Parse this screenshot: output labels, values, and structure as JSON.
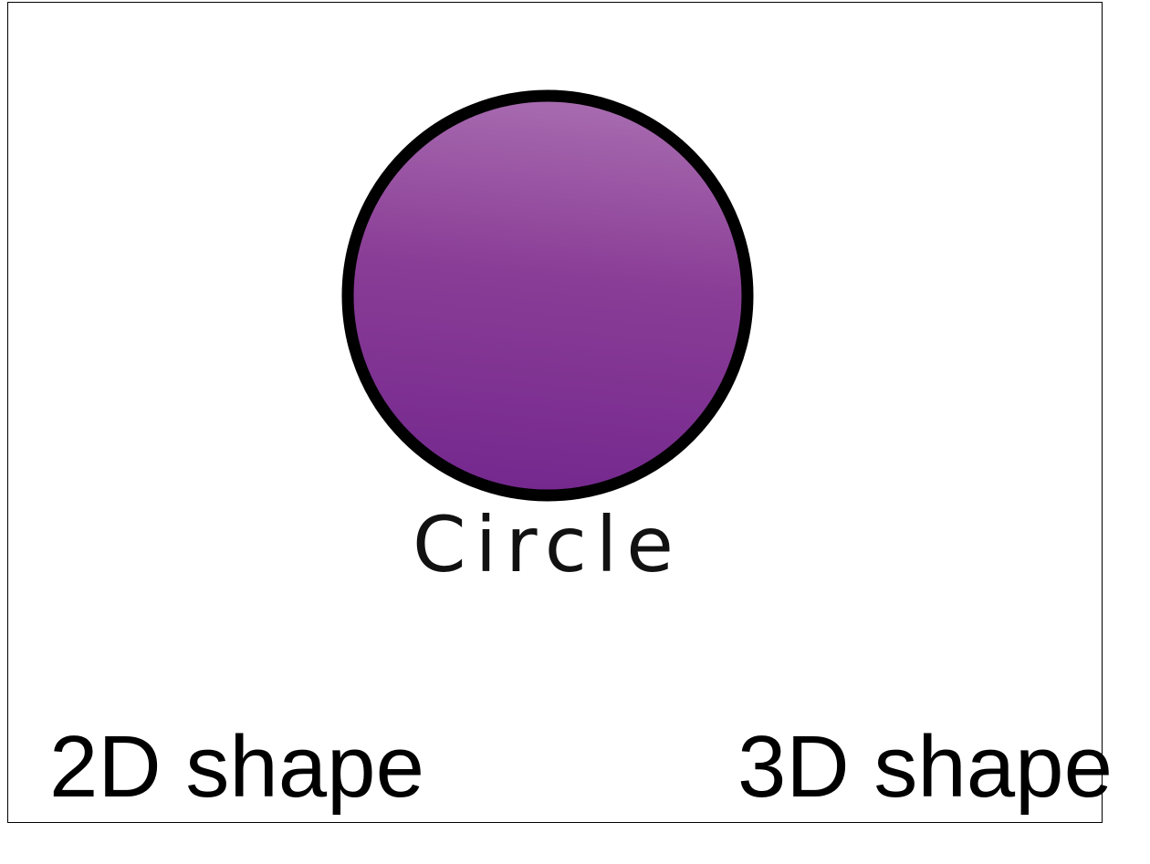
{
  "shape": {
    "name": "Circle",
    "fill_top": "#a86cb0",
    "fill_bottom": "#74288e",
    "outline": "#000000"
  },
  "choices": {
    "left": "2D shape",
    "right": "3D shape"
  }
}
